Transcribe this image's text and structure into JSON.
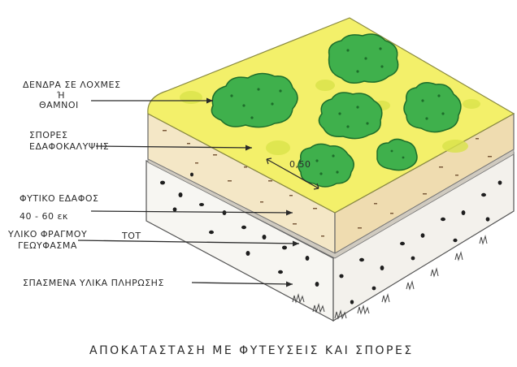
{
  "labels": {
    "trees_shrubs_line1": "ΔΕΝΔΡΑ ΣΕ ΛΟΧΜΕΣ",
    "trees_shrubs_line2": "Ή",
    "trees_shrubs_line3": "ΘΑΜΝΟΙ",
    "groundcover_seeds_line1": "ΣΠΟΡΕΣ",
    "groundcover_seeds_line2": "ΕΔΑΦΟΚΑΛΥΨΗΣ",
    "planting_soil_line1": "ΦΥΤΙΚΟ ΕΔΑΦΟΣ",
    "planting_soil_line2": "40 - 60 εκ",
    "filter_material_line1": "ΥΛΙΚΟ ΦΡΑΓΜΟΥ",
    "filter_material_line2": "ΓΕΩΥΦΑΣΜΑ",
    "filter_material_note": "ΤΟΤ",
    "gravel_fill": "ΣΠΑΣΜΕΝΑ ΥΛΙΚΑ ΠΛΗΡΩΣΗΣ",
    "dimension_mark": "0,50"
  },
  "caption": "ΑΠΟΚΑΤΑΣΤΑΣΗ ΜΕ ΦΥΤΕΥΣΕΙΣ ΚΑΙ ΣΠΟΡΕΣ",
  "colors": {
    "grass_surface": "#f3f06a",
    "grass_patch": "#d9e34a",
    "soil_layer": "#f4e7c6",
    "soil_dots": "#7a5a3a",
    "filter_band": "#cfcac0",
    "gravel_layer": "#f7f6f2",
    "gravel_stones": "#1e1e1e",
    "shrub_fill": "#3fb04c",
    "shrub_dark": "#1d6e2b",
    "ink": "#2a2a2a"
  }
}
